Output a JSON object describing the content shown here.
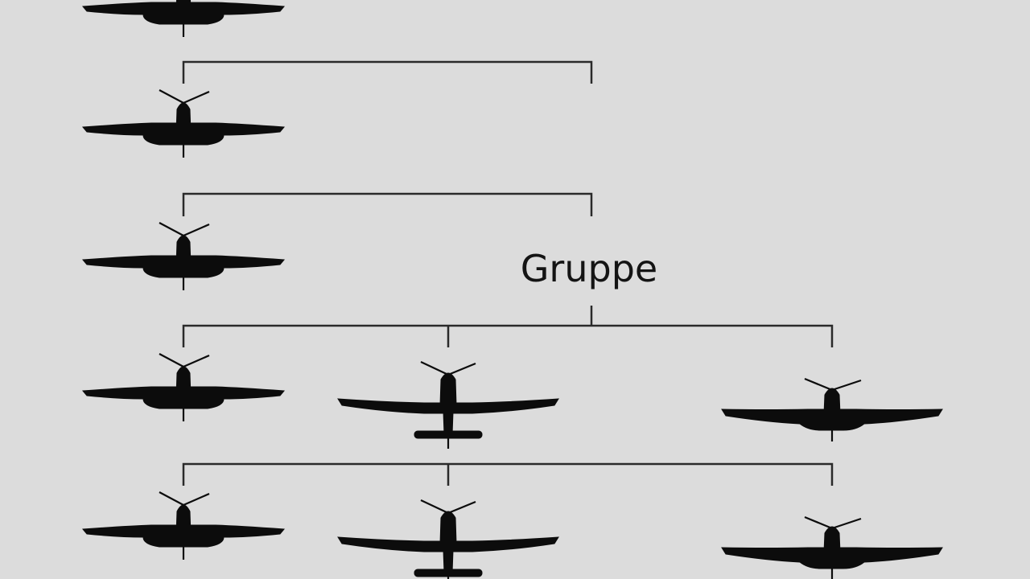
{
  "diagram": {
    "title": "Gruppe",
    "colors": {
      "background": "#dcdcdc",
      "line": "#2a2a2a",
      "silhouette": "#0c0c0c"
    },
    "aircraft": [
      {
        "row": 0,
        "col": 0,
        "variant": "a"
      },
      {
        "row": 1,
        "col": 0,
        "variant": "a"
      },
      {
        "row": 2,
        "col": 0,
        "variant": "a"
      },
      {
        "row": 3,
        "col": 0,
        "variant": "a"
      },
      {
        "row": 3,
        "col": 1,
        "variant": "b"
      },
      {
        "row": 3,
        "col": 2,
        "variant": "c"
      },
      {
        "row": 4,
        "col": 0,
        "variant": "a"
      },
      {
        "row": 4,
        "col": 1,
        "variant": "b"
      },
      {
        "row": 4,
        "col": 2,
        "variant": "c"
      }
    ]
  }
}
